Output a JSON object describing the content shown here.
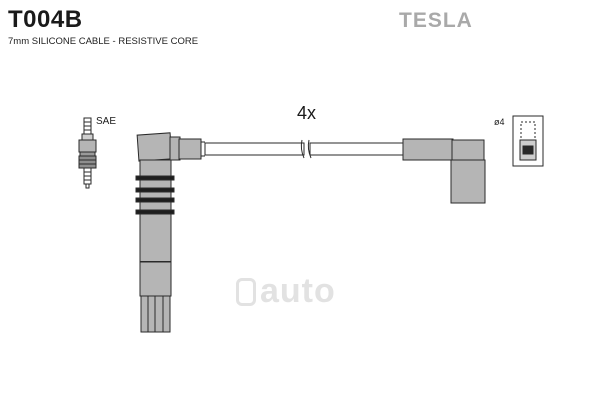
{
  "header": {
    "part_code": "T004B",
    "description": "7mm SILICONE CABLE - RESISTIVE CORE",
    "brand": "TESLA"
  },
  "diagram": {
    "quantity_label": "4x",
    "plug_label": "SAE",
    "terminal_label": "ø4"
  },
  "watermark": {
    "text": "auto"
  },
  "colors": {
    "boot_fill": "#b5b5b5",
    "outline": "#2a2a2a",
    "cable_fill": "#ffffff",
    "band_fill": "#1e1e1e",
    "brand_gray": "#a9a9a9"
  }
}
